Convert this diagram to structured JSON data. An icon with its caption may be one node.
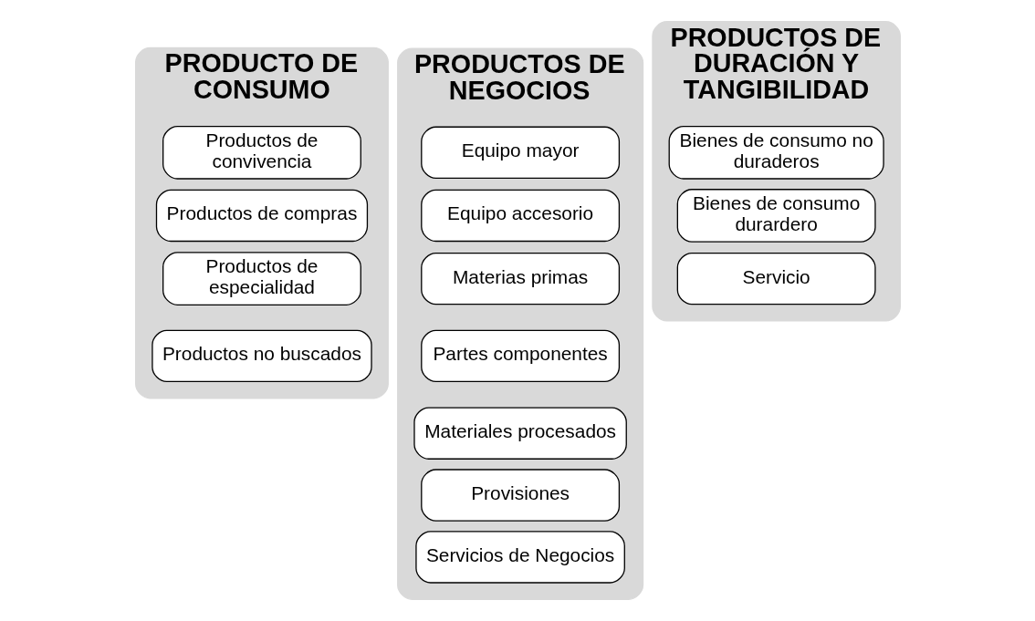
{
  "diagram": {
    "nodes": [
      {
        "text": [
          "PRODUCTO DE CONSUMO"
        ]
      },
      {
        "text": [
          "Productos de convivencia"
        ],
        "in": 0
      },
      {
        "text": [
          "Productos de compras"
        ],
        "in": 0
      },
      {
        "text": [
          "Productos de especialidad"
        ],
        "in": 0
      },
      {
        "text": [
          "Productos no buscados"
        ],
        "in": 0
      },
      {
        "text": [
          "PRODUCTOS DE NEGOCIOS"
        ]
      },
      {
        "text": [
          "Equipo mayor"
        ],
        "in": 5
      },
      {
        "text": [
          "Equipo accesorio"
        ],
        "in": 5
      },
      {
        "text": [
          "Materias primas"
        ],
        "in": 5
      },
      {
        "text": [
          "Partes componentes"
        ],
        "in": 5
      },
      {
        "text": [
          "Materiales procesados"
        ],
        "in": 5
      },
      {
        "text": [
          "Provisiones"
        ],
        "in": 5
      },
      {
        "text": [
          "Servicios de Negocios"
        ],
        "in": 5
      },
      {
        "text": [
          "PRODUCTOS DE DURACIÓN Y TANGIBILIDAD"
        ]
      },
      {
        "text": [
          "Bienes de consumo no duraderos"
        ],
        "in": 13
      },
      {
        "text": [
          "Bienes de consumo durardero"
        ],
        "in": 13
      },
      {
        "text": [
          "Servicio"
        ],
        "in": 13
      }
    ],
    "edges": []
  }
}
